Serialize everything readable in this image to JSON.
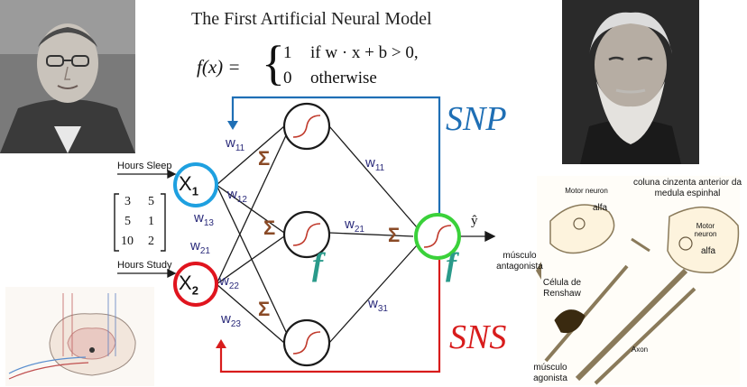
{
  "title": "The First Artificial Neural Model",
  "formula": {
    "lhs": "f(x) =",
    "case1_value": "1",
    "case1_cond": "if w · x + b > 0,",
    "case2_value": "0",
    "case2_cond": "otherwise"
  },
  "inputs": {
    "label_sleep": "Hours Sleep",
    "label_study": "Hours Study",
    "x1": "X",
    "x1_sub": "1",
    "x2": "X",
    "x2_sub": "2",
    "matrix": [
      [
        "3",
        "5"
      ],
      [
        "5",
        "1"
      ],
      [
        "10",
        "2"
      ]
    ]
  },
  "weights": {
    "w11": "11",
    "w12": "12",
    "w13": "13",
    "w21": "21",
    "w22": "22",
    "w23": "23",
    "out_w11": "11",
    "out_w21": "21",
    "out_w31": "31",
    "w_letter": "w"
  },
  "symbols": {
    "sigma": "Σ",
    "f": "f",
    "yhat": "ŷ"
  },
  "snp": "SNP",
  "sns": "SNS",
  "anatomy": {
    "motor_neuron_1": "Motor neuron",
    "alfa_1": "alfa",
    "coluna": "coluna cinzenta anterior da medula espinhal",
    "motor_neuron_2": "Motor neuron",
    "alfa_2": "alfa",
    "musculo_antagonista": "músculo antagonista",
    "celula_renshaw": "Célula de Renshaw",
    "axon": "Axon",
    "musculo_agonista": "músculo agonista"
  },
  "colors": {
    "x1_ring": "#1ea0e0",
    "x2_ring": "#e0141e",
    "output_ring": "#3ad13a",
    "snp_blue": "#1f6fb5",
    "sns_red": "#d81c1c",
    "sigma_brown": "#8a4a26",
    "f_teal": "#2a9a8a",
    "weight_navy": "#2a2a7a"
  }
}
